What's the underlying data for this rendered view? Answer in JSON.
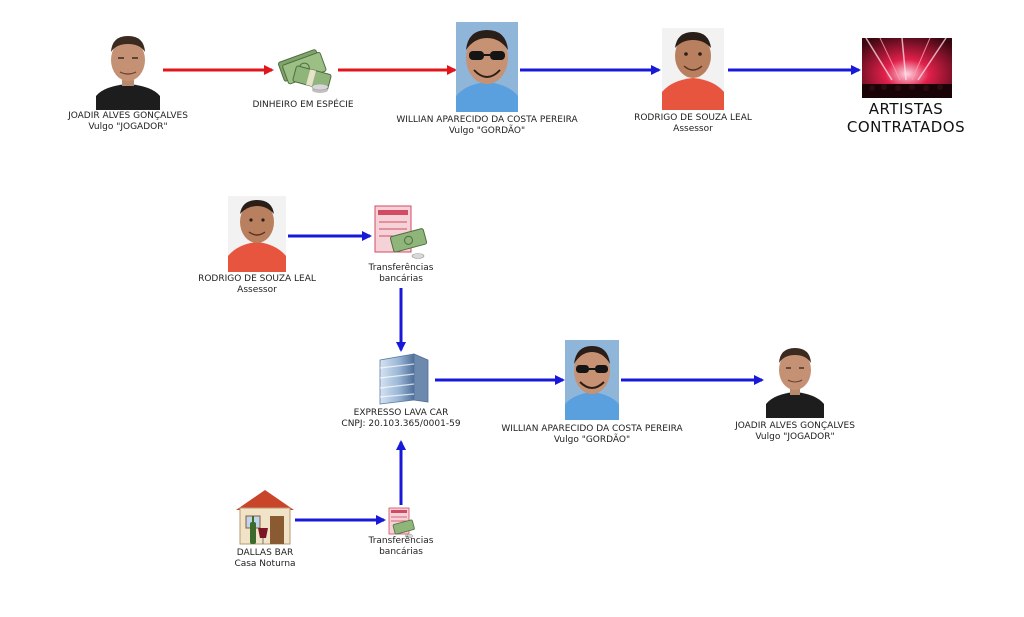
{
  "colors": {
    "red_arrow": "#e0161b",
    "blue_arrow": "#1818d8",
    "shirt_red": "#e8553e",
    "shirt_blue": "#5aa0de",
    "shirt_black": "#1d1d1d"
  },
  "top_flow": {
    "joadir": {
      "name": "JOADIR ALVES GONÇALVES",
      "alias": "Vulgo \"JOGADOR\"",
      "icon": "person-photo"
    },
    "cash": {
      "label": "DINHEIRO EM ESPÉCIE",
      "icon": "cash-stack-icon"
    },
    "willian": {
      "name": "WILLIAN APARECIDO DA COSTA PEREIRA",
      "alias": "Vulgo \"GORDÃO\"",
      "icon": "person-photo"
    },
    "rodrigo": {
      "name": "RODRIGO DE SOUZA LEAL",
      "role": "Assessor",
      "icon": "person-photo"
    },
    "artists": {
      "line1": "ARTISTAS",
      "line2": "CONTRATADOS",
      "icon": "concert-stage-photo"
    }
  },
  "bottom_flow": {
    "rodrigo": {
      "name": "RODRIGO DE SOUZA LEAL",
      "role": "Assessor",
      "icon": "person-photo"
    },
    "transfer1": {
      "line1": "Transferências",
      "line2": "bancárias",
      "icon": "bank-transfer-icon"
    },
    "company": {
      "name": "EXPRESSO LAVA CAR",
      "cnpj": "CNPJ: 20.103.365/0001-59",
      "icon": "building-icon"
    },
    "willian": {
      "name": "WILLIAN APARECIDO DA COSTA PEREIRA",
      "alias": "Vulgo \"GORDÃO\"",
      "icon": "person-photo"
    },
    "joadir": {
      "name": "JOADIR ALVES GONÇALVES",
      "alias": "Vulgo \"JOGADOR\"",
      "icon": "person-photo"
    },
    "bar": {
      "name": "DALLAS BAR",
      "type": "Casa Noturna",
      "icon": "bar-house-icon"
    },
    "transfer2": {
      "line1": "Transferências",
      "line2": "bancárias",
      "icon": "bank-transfer-icon"
    }
  }
}
